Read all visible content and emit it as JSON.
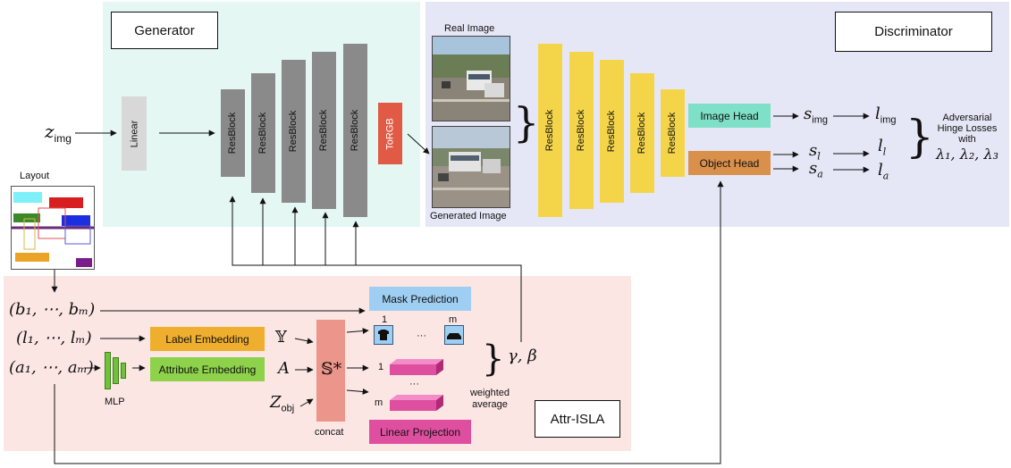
{
  "colors": {
    "generator_bg": "#e4f7f2",
    "discriminator_bg": "#e6e7f6",
    "isla_bg": "#fbe6e3",
    "resblock_gray": "#8a8a8a",
    "linear_gray": "#d8d8d8",
    "torgb": "#e05a46",
    "resblock_yellow": "#f4d54a",
    "image_head": "#7ee0c6",
    "object_head": "#d9904b",
    "label_embedding": "#efae2e",
    "attribute_embedding": "#8ed14a",
    "mask_prediction": "#9ecff2",
    "linear_projection": "#df4f9f",
    "concat": "#ec958a",
    "mlp": "#6fc23a"
  },
  "generator": {
    "title": "Generator",
    "z_img": "z",
    "z_img_sub": "img",
    "linear": "Linear",
    "resblocks": [
      "ResBlock",
      "ResBlock",
      "ResBlock",
      "ResBlock",
      "ResBlock"
    ],
    "torgb": "ToRGB"
  },
  "images": {
    "real_label": "Real Image",
    "generated_label": "Generated Image"
  },
  "discriminator": {
    "title": "Discriminator",
    "resblocks": [
      "ResBlock",
      "ResBlock",
      "ResBlock",
      "ResBlock",
      "ResBlock"
    ],
    "image_head": "Image Head",
    "object_head": "Object Head",
    "s_img": "s",
    "s_img_sub": "img",
    "s_l": "s",
    "s_l_sub": "l",
    "s_a": "s",
    "s_a_sub": "a",
    "l_img": "l",
    "l_img_sub": "img",
    "l_l": "l",
    "l_l_sub": "l",
    "l_a": "l",
    "l_a_sub": "a",
    "losses_line1": "Adversarial",
    "losses_line2": "Hinge Losses",
    "losses_line3": "with",
    "lambdas": "λ₁, λ₂, λ₃"
  },
  "layout": {
    "label": "Layout"
  },
  "isla": {
    "title": "Attr-ISLA",
    "b_seq": "(b₁, ⋯, bₘ)",
    "l_seq": "(l₁, ⋯, lₘ)",
    "a_seq": "(a₁, ⋯, aₘ)",
    "mlp": "MLP",
    "label_embedding": "Label Embedding",
    "attribute_embedding": "Attribute Embedding",
    "Y": "𝕐",
    "A": "A",
    "Z": "Z",
    "Z_sub": "obj",
    "S_star": "𝕊*",
    "concat": "concat",
    "mask_prediction": "Mask Prediction",
    "mask_1": "1",
    "mask_m": "m",
    "mask_dots": "···",
    "proj_1": "1",
    "proj_m": "m",
    "proj_dots": "···",
    "linear_projection": "Linear Projection",
    "gamma_beta": "γ, β",
    "weighted": "weighted",
    "average": "average"
  }
}
